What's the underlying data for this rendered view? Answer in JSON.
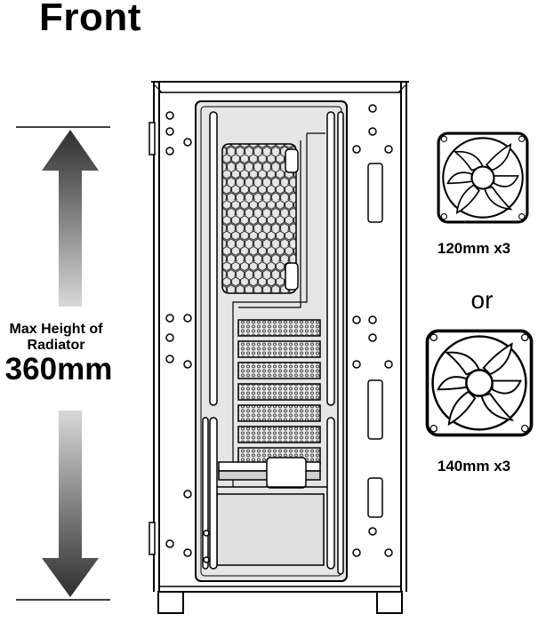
{
  "title": "Front",
  "radiator": {
    "label": "Max Height of Radiator",
    "dimension": "360mm"
  },
  "fans": [
    {
      "label": "120mm x3"
    },
    {
      "label": "140mm x3"
    }
  ],
  "separator": "or",
  "icons": [
    "arrow-up-icon",
    "arrow-down-icon",
    "fan-icon"
  ],
  "colors": {
    "line": "#000000",
    "panel": "#e6e6e6",
    "arrow_dark": "#333333",
    "arrow_light": "#d4d4d4"
  }
}
